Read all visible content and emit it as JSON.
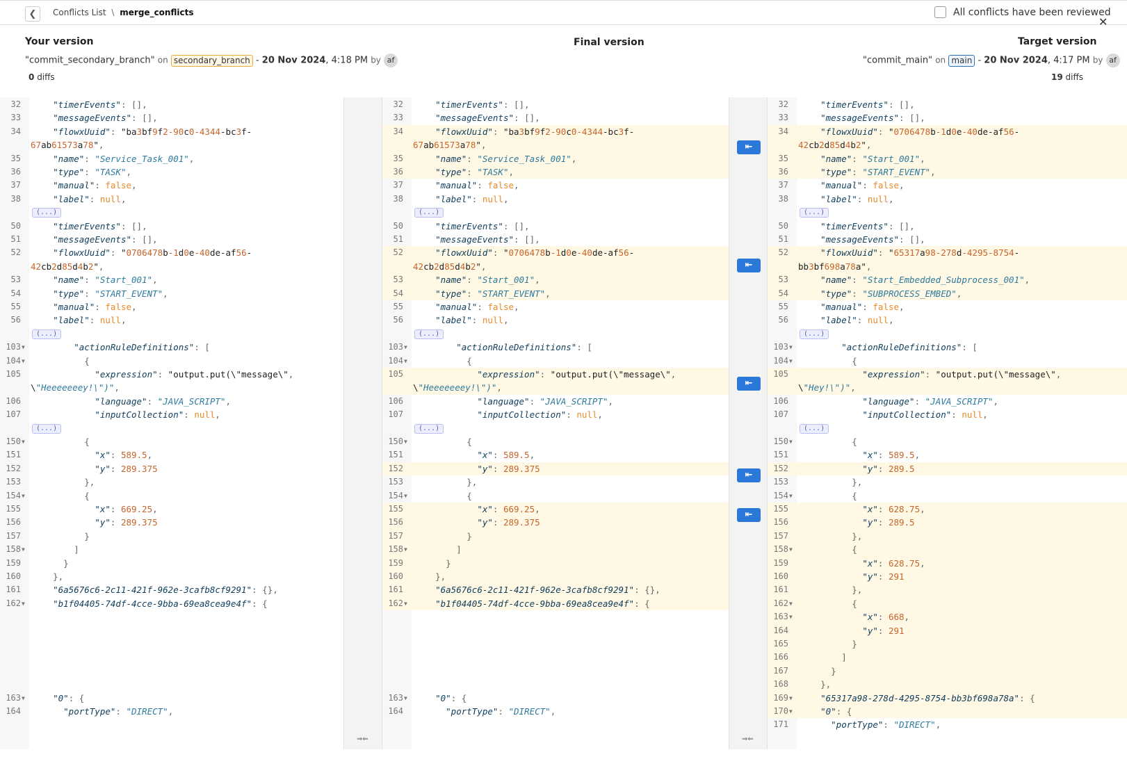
{
  "breadcrumb": {
    "parent": "Conflicts List",
    "separator": "\\",
    "current": "merge_conflicts"
  },
  "review": {
    "label": "All conflicts have been reviewed",
    "checked": false
  },
  "left": {
    "title": "Your version",
    "commit": "\"commit_secondary_branch\"",
    "on": "on",
    "branch": "secondary_branch",
    "dash": "-",
    "date": "20 Nov 2024",
    "time": ", 4:18 PM",
    "by": "by",
    "avatar": "af",
    "diff_count": "0",
    "diff_word": "diffs"
  },
  "center": {
    "title": "Final version"
  },
  "right": {
    "title": "Target version",
    "commit": "\"commit_main\"",
    "on": "on",
    "branch": "main",
    "dash": "-",
    "date": "20 Nov 2024",
    "time": ", 4:17 PM",
    "by": "by",
    "avatar": "af",
    "diff_count": "19",
    "diff_word": "diffs"
  },
  "colors": {
    "accent": "#2b78d8",
    "highlight": "#fff8e4",
    "branch_left": "#e8a93a",
    "branch_right": "#2b6fb8"
  },
  "icons": {
    "back": "chevron-left-icon",
    "close": "close-icon",
    "accept": "accept-change-icon",
    "merge": "merge-arrows-icon"
  },
  "ellipsis": "(...)",
  "left_lines": [
    {
      "n": "32",
      "t": "    \"timerEvents\": [],"
    },
    {
      "n": "33",
      "t": "    \"messageEvents\": [],"
    },
    {
      "n": "34",
      "t": "    \"flowxUuid\": \"ba3bf9f2-90c0-4344-bc3f-"
    },
    {
      "n": "",
      "t": "67ab61573a78\","
    },
    {
      "n": "35",
      "t": "    \"name\": \"Service_Task_001\","
    },
    {
      "n": "36",
      "t": "    \"type\": \"TASK\","
    },
    {
      "n": "37",
      "t": "    \"manual\": false,"
    },
    {
      "n": "38",
      "t": "    \"label\": null,"
    },
    {
      "n": "50",
      "t": "    \"timerEvents\": [],"
    },
    {
      "n": "51",
      "t": "    \"messageEvents\": [],"
    },
    {
      "n": "52",
      "t": "    \"flowxUuid\": \"0706478b-1d0e-40de-af56-"
    },
    {
      "n": "",
      "t": "42cb2d85d4b2\","
    },
    {
      "n": "53",
      "t": "    \"name\": \"Start_001\","
    },
    {
      "n": "54",
      "t": "    \"type\": \"START_EVENT\","
    },
    {
      "n": "55",
      "t": "    \"manual\": false,"
    },
    {
      "n": "56",
      "t": "    \"label\": null,"
    },
    {
      "n": "103",
      "t": "        \"actionRuleDefinitions\": ["
    },
    {
      "n": "104",
      "t": "          {"
    },
    {
      "n": "105",
      "t": "            \"expression\": \"output.put(\\\"message\\\","
    },
    {
      "n": "",
      "t": "\\\"Heeeeeeey!\\\")\","
    },
    {
      "n": "106",
      "t": "            \"language\": \"JAVA_SCRIPT\","
    },
    {
      "n": "107",
      "t": "            \"inputCollection\": null,"
    },
    {
      "n": "150",
      "t": "          {"
    },
    {
      "n": "151",
      "t": "            \"x\": 589.5,"
    },
    {
      "n": "152",
      "t": "            \"y\": 289.375"
    },
    {
      "n": "153",
      "t": "          },"
    },
    {
      "n": "154",
      "t": "          {"
    },
    {
      "n": "155",
      "t": "            \"x\": 669.25,"
    },
    {
      "n": "156",
      "t": "            \"y\": 289.375"
    },
    {
      "n": "157",
      "t": "          }"
    },
    {
      "n": "158",
      "t": "        ]"
    },
    {
      "n": "159",
      "t": "      }"
    },
    {
      "n": "160",
      "t": "    },"
    },
    {
      "n": "161",
      "t": "    \"6a5676c6-2c11-421f-962e-3cafb8cf9291\": {},"
    },
    {
      "n": "162",
      "t": "    \"b1f04405-74df-4cce-9bba-69ea8cea9e4f\": {"
    },
    {
      "n": "163",
      "t": "    \"0\": {"
    },
    {
      "n": "164",
      "t": "      \"portType\": \"DIRECT\","
    }
  ],
  "center_lines": [
    {
      "n": "32",
      "t": "    \"timerEvents\": [],"
    },
    {
      "n": "33",
      "t": "    \"messageEvents\": [],"
    },
    {
      "n": "34",
      "t": "    \"flowxUuid\": \"ba3bf9f2-90c0-4344-bc3f-"
    },
    {
      "n": "",
      "t": "67ab61573a78\","
    },
    {
      "n": "35",
      "t": "    \"name\": \"Service_Task_001\","
    },
    {
      "n": "36",
      "t": "    \"type\": \"TASK\","
    },
    {
      "n": "37",
      "t": "    \"manual\": false,"
    },
    {
      "n": "38",
      "t": "    \"label\": null,"
    },
    {
      "n": "50",
      "t": "    \"timerEvents\": [],"
    },
    {
      "n": "51",
      "t": "    \"messageEvents\": [],"
    },
    {
      "n": "52",
      "t": "    \"flowxUuid\": \"0706478b-1d0e-40de-af56-"
    },
    {
      "n": "",
      "t": "42cb2d85d4b2\","
    },
    {
      "n": "53",
      "t": "    \"name\": \"Start_001\","
    },
    {
      "n": "54",
      "t": "    \"type\": \"START_EVENT\","
    },
    {
      "n": "55",
      "t": "    \"manual\": false,"
    },
    {
      "n": "56",
      "t": "    \"label\": null,"
    },
    {
      "n": "103",
      "t": "        \"actionRuleDefinitions\": ["
    },
    {
      "n": "104",
      "t": "          {"
    },
    {
      "n": "105",
      "t": "            \"expression\": \"output.put(\\\"message\\\","
    },
    {
      "n": "",
      "t": "\\\"Heeeeeeey!\\\")\","
    },
    {
      "n": "106",
      "t": "            \"language\": \"JAVA_SCRIPT\","
    },
    {
      "n": "107",
      "t": "            \"inputCollection\": null,"
    },
    {
      "n": "150",
      "t": "          {"
    },
    {
      "n": "151",
      "t": "            \"x\": 589.5,"
    },
    {
      "n": "152",
      "t": "            \"y\": 289.375"
    },
    {
      "n": "153",
      "t": "          },"
    },
    {
      "n": "154",
      "t": "          {"
    },
    {
      "n": "155",
      "t": "            \"x\": 669.25,"
    },
    {
      "n": "156",
      "t": "            \"y\": 289.375"
    },
    {
      "n": "157",
      "t": "          }"
    },
    {
      "n": "158",
      "t": "        ]"
    },
    {
      "n": "159",
      "t": "      }"
    },
    {
      "n": "160",
      "t": "    },"
    },
    {
      "n": "161",
      "t": "    \"6a5676c6-2c11-421f-962e-3cafb8cf9291\": {},"
    },
    {
      "n": "162",
      "t": "    \"b1f04405-74df-4cce-9bba-69ea8cea9e4f\": {"
    },
    {
      "n": "163",
      "t": "    \"0\": {"
    },
    {
      "n": "164",
      "t": "      \"portType\": \"DIRECT\","
    }
  ],
  "right_lines": [
    {
      "n": "32",
      "t": "    \"timerEvents\": [],"
    },
    {
      "n": "33",
      "t": "    \"messageEvents\": [],"
    },
    {
      "n": "34",
      "t": "    \"flowxUuid\": \"0706478b-1d0e-40de-af56-"
    },
    {
      "n": "",
      "t": "42cb2d85d4b2\","
    },
    {
      "n": "35",
      "t": "    \"name\": \"Start_001\","
    },
    {
      "n": "36",
      "t": "    \"type\": \"START_EVENT\","
    },
    {
      "n": "37",
      "t": "    \"manual\": false,"
    },
    {
      "n": "38",
      "t": "    \"label\": null,"
    },
    {
      "n": "50",
      "t": "    \"timerEvents\": [],"
    },
    {
      "n": "51",
      "t": "    \"messageEvents\": [],"
    },
    {
      "n": "52",
      "t": "    \"flowxUuid\": \"65317a98-278d-4295-8754-"
    },
    {
      "n": "",
      "t": "bb3bf698a78a\","
    },
    {
      "n": "53",
      "t": "    \"name\": \"Start_Embedded_Subprocess_001\","
    },
    {
      "n": "54",
      "t": "    \"type\": \"SUBPROCESS_EMBED\","
    },
    {
      "n": "55",
      "t": "    \"manual\": false,"
    },
    {
      "n": "56",
      "t": "    \"label\": null,"
    },
    {
      "n": "103",
      "t": "        \"actionRuleDefinitions\": ["
    },
    {
      "n": "104",
      "t": "          {"
    },
    {
      "n": "105",
      "t": "            \"expression\": \"output.put(\\\"message\\\","
    },
    {
      "n": "",
      "t": "\\\"Hey!\\\")\","
    },
    {
      "n": "106",
      "t": "            \"language\": \"JAVA_SCRIPT\","
    },
    {
      "n": "107",
      "t": "            \"inputCollection\": null,"
    },
    {
      "n": "150",
      "t": "          {"
    },
    {
      "n": "151",
      "t": "            \"x\": 589.5,"
    },
    {
      "n": "152",
      "t": "            \"y\": 289.5"
    },
    {
      "n": "153",
      "t": "          },"
    },
    {
      "n": "154",
      "t": "          {"
    },
    {
      "n": "155",
      "t": "            \"x\": 628.75,"
    },
    {
      "n": "156",
      "t": "            \"y\": 289.5"
    },
    {
      "n": "157",
      "t": "          },"
    },
    {
      "n": "158",
      "t": "          {"
    },
    {
      "n": "159",
      "t": "            \"x\": 628.75,"
    },
    {
      "n": "160",
      "t": "            \"y\": 291"
    },
    {
      "n": "161",
      "t": "          },"
    },
    {
      "n": "162",
      "t": "          {"
    },
    {
      "n": "163",
      "t": "            \"x\": 668,"
    },
    {
      "n": "164",
      "t": "            \"y\": 291"
    },
    {
      "n": "165",
      "t": "          }"
    },
    {
      "n": "166",
      "t": "        ]"
    },
    {
      "n": "167",
      "t": "      }"
    },
    {
      "n": "168",
      "t": "    },"
    },
    {
      "n": "169",
      "t": "    \"65317a98-278d-4295-8754-bb3bf698a78a\": {"
    },
    {
      "n": "170",
      "t": "    \"0\": {"
    },
    {
      "n": "171",
      "t": "      \"portType\": \"DIRECT\","
    }
  ]
}
